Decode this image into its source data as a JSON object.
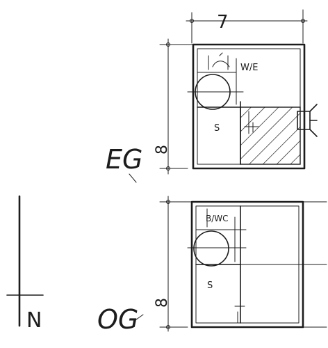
{
  "dimensions": {
    "width_label": "7",
    "depth_label_ground": "8",
    "depth_label_upper": "8"
  },
  "floors": {
    "ground": {
      "label": "EG",
      "room_labels": {
        "washroom": "W/E",
        "stair": "S"
      }
    },
    "upper": {
      "label": "OG",
      "room_labels": {
        "washroom": "B/WC",
        "stair": "S"
      }
    }
  },
  "north_arrow": {
    "label": "N"
  }
}
